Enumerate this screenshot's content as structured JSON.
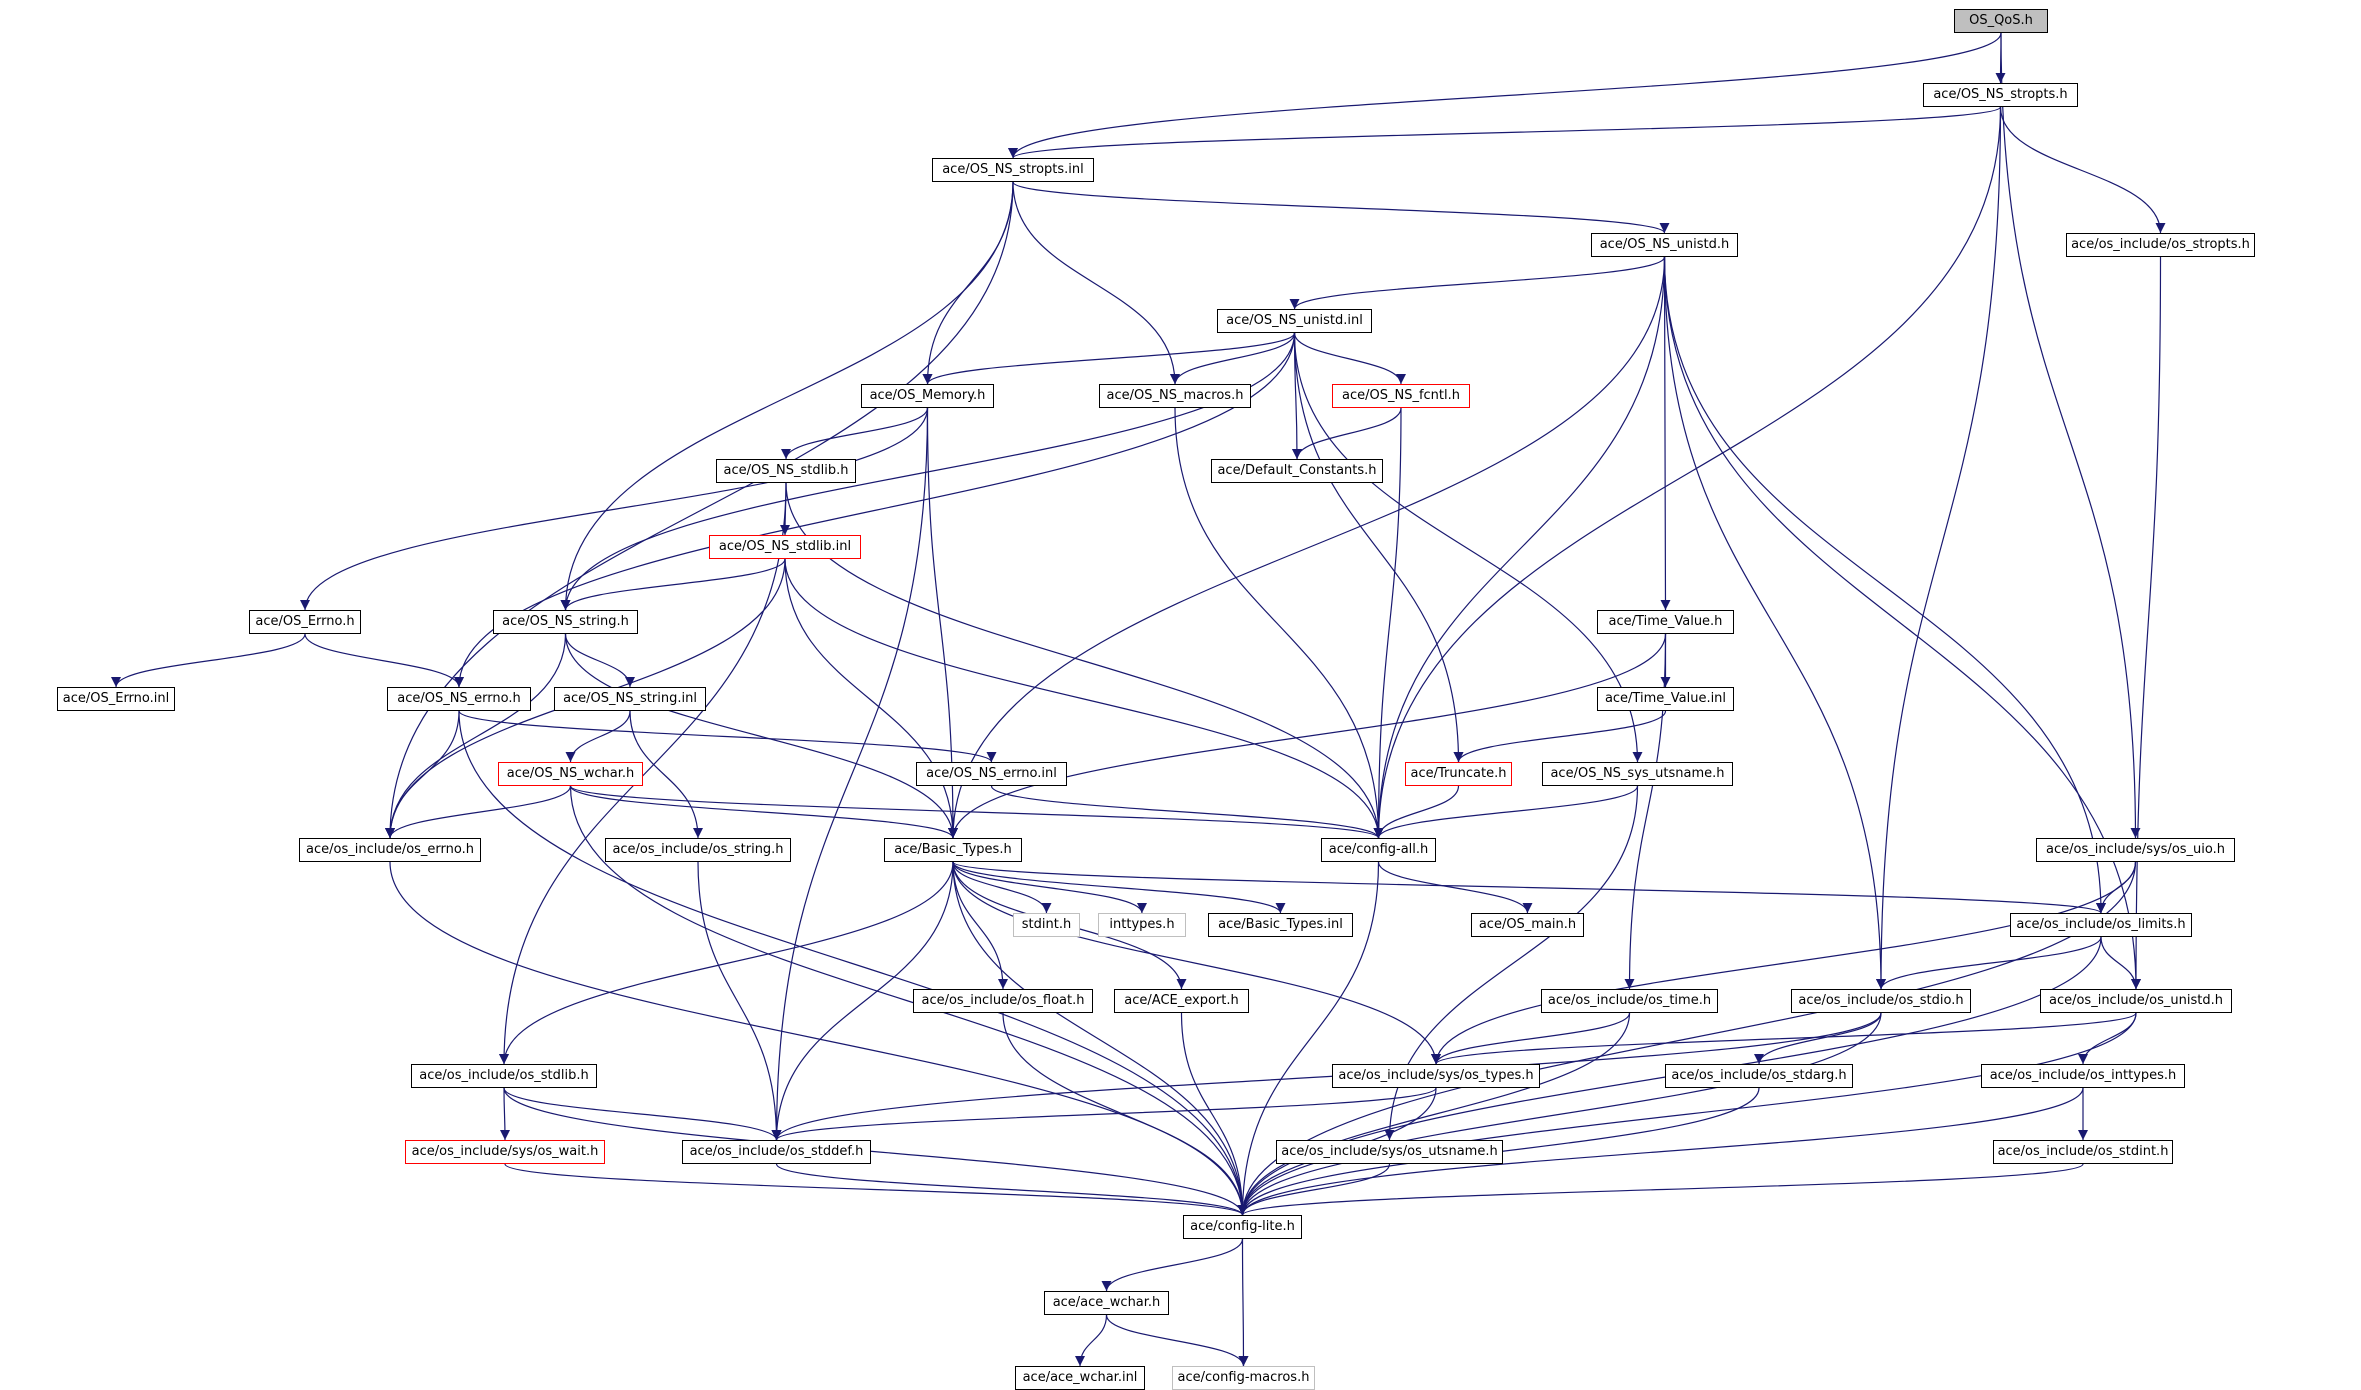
{
  "colors": {
    "edge": "#191970",
    "node_border": "#000000",
    "truncated_border": "#ff0000",
    "external_border": "#bfbfbf",
    "root_fill": "#bfbfbf"
  },
  "nodes": {
    "os_qos_h": "OS_QoS.h",
    "os_ns_stropts_h": "ace/OS_NS_stropts.h",
    "os_ns_stropts_inl": "ace/OS_NS_stropts.inl",
    "os_include_os_stropts_h": "ace/os_include/os_stropts.h",
    "os_ns_unistd_h": "ace/OS_NS_unistd.h",
    "os_ns_unistd_inl": "ace/OS_NS_unistd.inl",
    "os_memory_h": "ace/OS_Memory.h",
    "os_ns_macros_h": "ace/OS_NS_macros.h",
    "os_ns_fcntl_h": "ace/OS_NS_fcntl.h",
    "default_constants_h": "ace/Default_Constants.h",
    "os_ns_stdlib_h": "ace/OS_NS_stdlib.h",
    "os_ns_stdlib_inl": "ace/OS_NS_stdlib.inl",
    "os_errno_h": "ace/OS_Errno.h",
    "os_ns_string_h": "ace/OS_NS_string.h",
    "time_value_h": "ace/Time_Value.h",
    "os_errno_inl": "ace/OS_Errno.inl",
    "os_ns_errno_h": "ace/OS_NS_errno.h",
    "os_ns_string_inl": "ace/OS_NS_string.inl",
    "time_value_inl": "ace/Time_Value.inl",
    "os_ns_wchar_h": "ace/OS_NS_wchar.h",
    "os_ns_errno_inl": "ace/OS_NS_errno.inl",
    "truncate_h": "ace/Truncate.h",
    "os_ns_sys_utsname_h": "ace/OS_NS_sys_utsname.h",
    "os_include_os_errno_h": "ace/os_include/os_errno.h",
    "os_include_os_string_h": "ace/os_include/os_string.h",
    "basic_types_h": "ace/Basic_Types.h",
    "config_all_h": "ace/config-all.h",
    "os_include_sys_os_uio_h": "ace/os_include/sys/os_uio.h",
    "stdint_h": "stdint.h",
    "inttypes_h": "inttypes.h",
    "basic_types_inl": "ace/Basic_Types.inl",
    "os_main_h": "ace/OS_main.h",
    "os_include_os_limits_h": "ace/os_include/os_limits.h",
    "os_include_os_float_h": "ace/os_include/os_float.h",
    "ace_export_h": "ace/ACE_export.h",
    "os_include_os_time_h": "ace/os_include/os_time.h",
    "os_include_os_stdio_h": "ace/os_include/os_stdio.h",
    "os_include_os_unistd_h": "ace/os_include/os_unistd.h",
    "os_include_os_stdlib_h": "ace/os_include/os_stdlib.h",
    "os_include_sys_os_types_h": "ace/os_include/sys/os_types.h",
    "os_include_os_stdarg_h": "ace/os_include/os_stdarg.h",
    "os_include_os_inttypes_h": "ace/os_include/os_inttypes.h",
    "os_include_sys_os_wait_h": "ace/os_include/sys/os_wait.h",
    "os_include_os_stddef_h": "ace/os_include/os_stddef.h",
    "os_include_sys_os_utsname_h": "ace/os_include/sys/os_utsname.h",
    "os_include_os_stdint_h": "ace/os_include/os_stdint.h",
    "config_lite_h": "ace/config-lite.h",
    "ace_wchar_h": "ace/ace_wchar.h",
    "ace_wchar_inl": "ace/ace_wchar.inl",
    "config_macros_h": "ace/config-macros.h"
  }
}
